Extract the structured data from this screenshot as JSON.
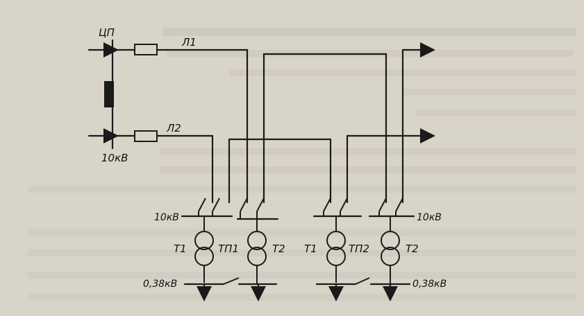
{
  "labels": {
    "source": "ЦП",
    "line1": "Л1",
    "line2": "Л2",
    "source_voltage": "10кВ",
    "hv_left": "10кВ",
    "hv_right": "10кВ",
    "lv_left": "0,38кВ",
    "lv_right": "0,38кВ",
    "tp1": "ТП1",
    "tp2": "ТП2",
    "t1_left": "Т1",
    "t2_left": "Т2",
    "t1_right": "Т1",
    "t2_right": "Т2"
  },
  "colors": {
    "paper": "#d9d4c8",
    "ink": "#1a1a1a",
    "bleed_text": "#6a6a70"
  }
}
